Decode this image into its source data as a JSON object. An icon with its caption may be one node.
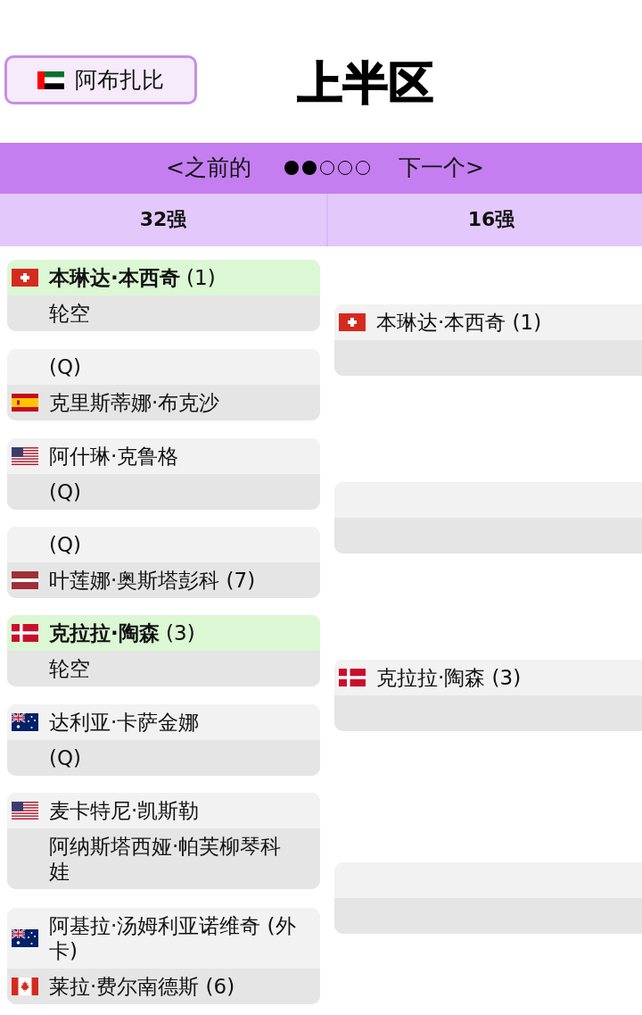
{
  "diagram": {
    "title": "上半区",
    "nodes": [
      {
        "text": [
          "阿布扎比"
        ]
      },
      {
        "text": [
          "**本琳达·本西奇** (1)",
          "轮空"
        ]
      },
      {
        "text": [
          "(Q)",
          "克里斯蒂娜·布克沙"
        ]
      },
      {
        "text": [
          "阿什琳·克鲁格",
          "(Q)"
        ]
      },
      {
        "text": [
          "(Q)",
          "叶莲娜·奥斯塔彭科 (7)"
        ]
      },
      {
        "text": [
          "**克拉拉·陶森** (3)",
          "轮空"
        ]
      },
      {
        "text": [
          "达利亚·卡萨金娜",
          "(Q)"
        ]
      },
      {
        "text": [
          "麦卡特尼·凯斯勒",
          "阿纳斯塔西娅·帕芙柳琴科娃"
        ]
      },
      {
        "text": [
          "阿基拉·汤姆利亚诺维奇 (外卡)",
          "莱拉·费尔南德斯 (6)"
        ]
      },
      {
        "text": [
          "本琳达·本西奇 (1)"
        ]
      },
      {
        "text": [],
        "shape": "box"
      },
      {
        "text": [
          "克拉拉·陶森 (3)"
        ]
      },
      {
        "text": [],
        "shape": "box"
      }
    ],
    "labels": [
      "<之前的",
      "下一个>",
      "32强",
      "16强"
    ]
  }
}
